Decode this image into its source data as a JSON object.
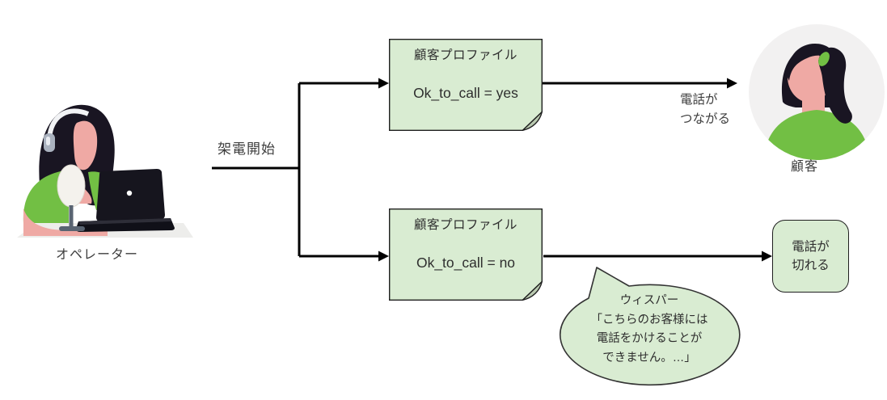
{
  "diagram": {
    "operator_label": "オペレーター",
    "call_start_label": "架電開始",
    "customer_label": "顧客",
    "connect_label": {
      "line1": "電話が",
      "line2": "つながる"
    },
    "profile_yes": {
      "title": "顧客プロファイル",
      "value": "Ok_to_call = yes"
    },
    "profile_no": {
      "title": "顧客プロファイル",
      "value": "Ok_to_call = no"
    },
    "call_drop": {
      "line1": "電話が",
      "line2": "切れる"
    },
    "whisper": {
      "line1": "ウィスパー",
      "line2": "「こちらのお客様には",
      "line3": "電話をかけることが",
      "line4": "できません。…」"
    },
    "colors": {
      "note_fill": "#d9ecd2",
      "note_border": "#1f1f1f",
      "fold_fill": "#b9c9b0",
      "bubble_fill": "#d9ecd2",
      "bubble_border": "#333333",
      "connector": "#000000",
      "accent_green": "#72bf44",
      "skin": "#efa9a4",
      "hair": "#191522",
      "avatar_background": "#f2f1f1",
      "desk": "#ededeb",
      "text": "#2e2e2e"
    }
  }
}
